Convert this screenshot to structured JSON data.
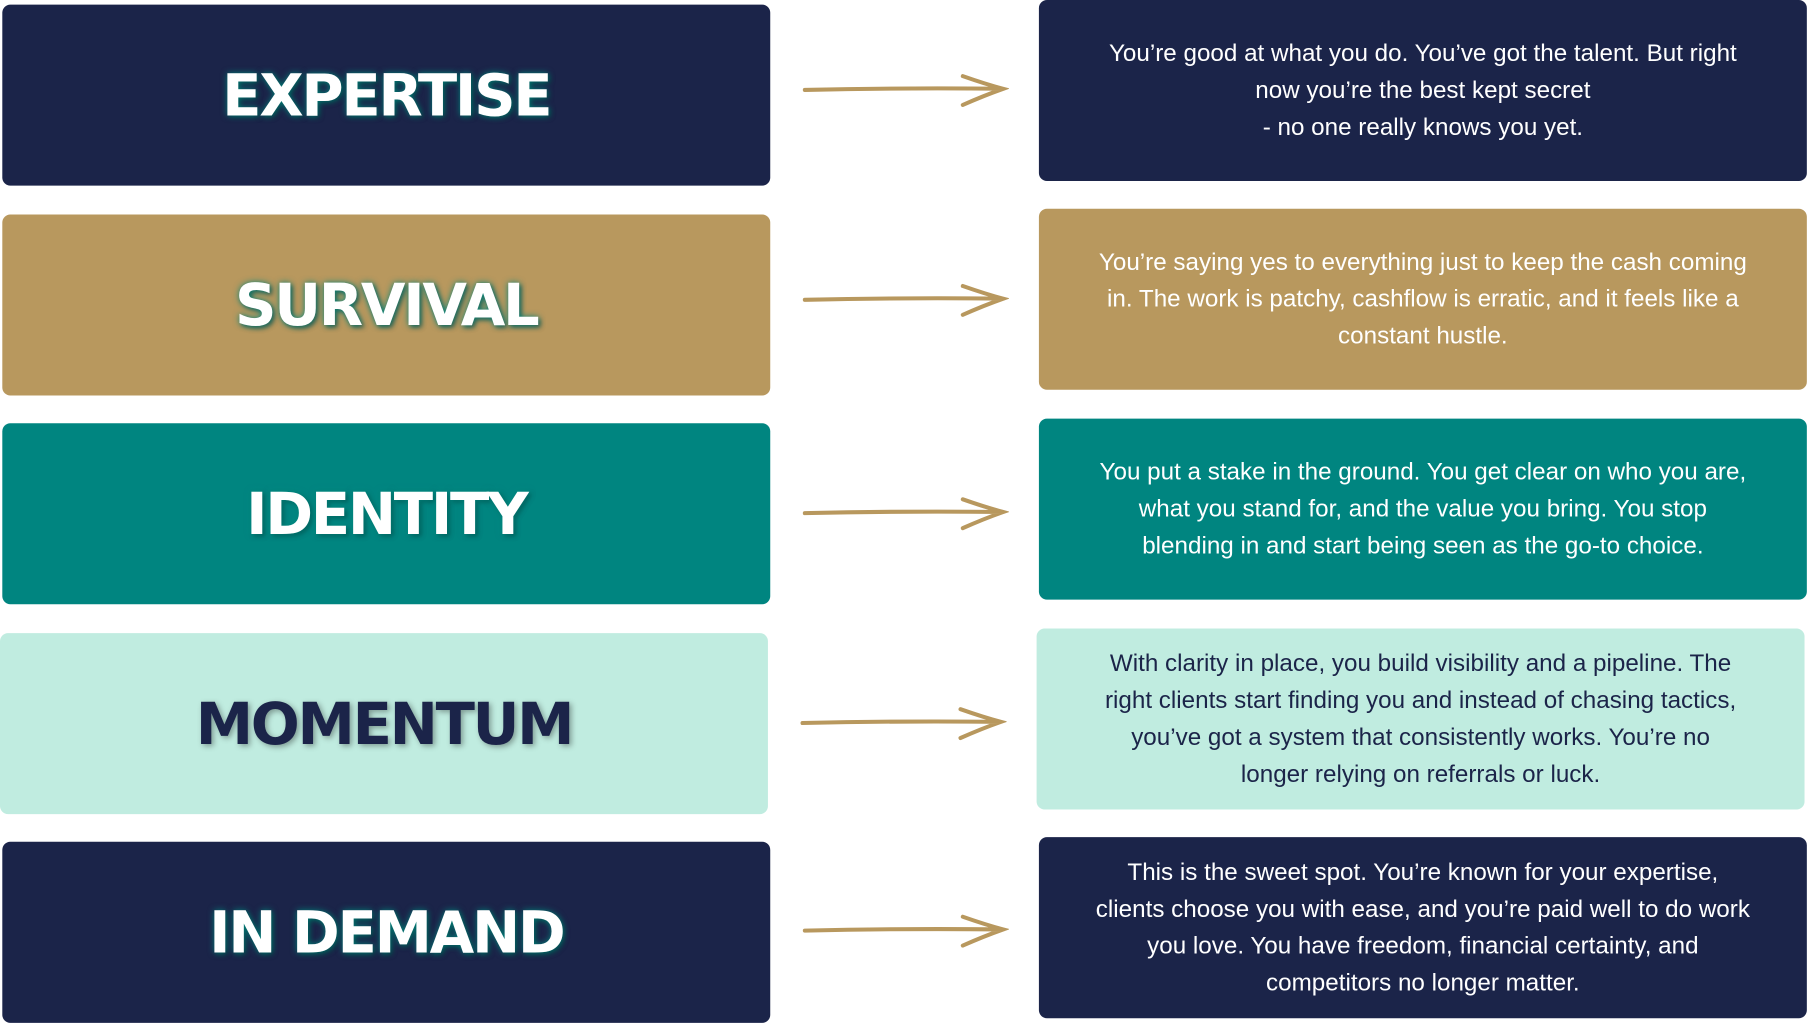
{
  "colors": {
    "navy": "#1b2449",
    "gold": "#b8985e",
    "teal": "#008580",
    "mint": "#c0ece0",
    "arrow": "#b8985e"
  },
  "stages": [
    {
      "title": "EXPERTISE",
      "description": "You’re good at what you do. You’ve got the talent. But right\nnow you’re the best kept secret\n- no one really knows you yet.",
      "color": "navy"
    },
    {
      "title": "SURVIVAL",
      "description": "You’re saying yes to everything just to keep the cash coming\nin. The work is patchy, cashflow is erratic, and it feels like a\nconstant hustle.",
      "color": "gold"
    },
    {
      "title": "IDENTITY",
      "description": "You put a stake in the ground. You get clear on who you are,\nwhat you stand for, and the value you bring. You stop\nblending in and start being seen as the go-to choice.",
      "color": "teal"
    },
    {
      "title": "MOMENTUM",
      "description": "With clarity in place, you build visibility and a pipeline. The\nright clients start finding you and instead of chasing tactics,\nyou’ve got a system that consistently works. You’re no\nlonger relying on referrals or luck.",
      "color": "mint"
    },
    {
      "title": "IN DEMAND",
      "description": "This is the sweet spot. You’re known for your expertise,\nclients choose you with ease, and you’re paid well to do work\nyou love. You have freedom, financial certainty, and\ncompetitors no longer matter.",
      "color": "navy"
    }
  ]
}
